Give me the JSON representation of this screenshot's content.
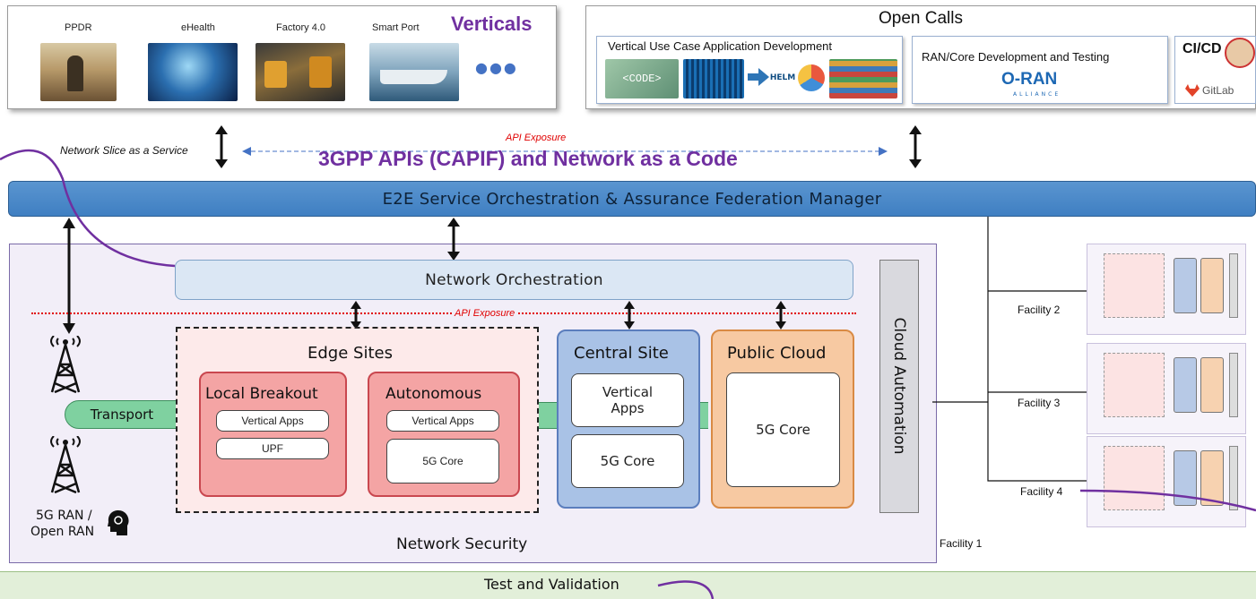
{
  "verticals": {
    "title": "Verticals",
    "items": [
      {
        "label": "PPDR"
      },
      {
        "label": "eHealth"
      },
      {
        "label": "Factory 4.0"
      },
      {
        "label": "Smart Port"
      }
    ],
    "more": "●●●"
  },
  "open_calls": {
    "title": "Open Calls",
    "vertical_dev": {
      "title": "Vertical Use Case Application Development",
      "code_text": "<CODE>",
      "helm_text": "HELM"
    },
    "ran_core": {
      "title": "RAN/Core Development and Testing",
      "oran_logo": "O-RAN",
      "oran_sub": "ALLIANCE"
    },
    "cicd": {
      "label": "CI/CD",
      "gitlab": "GitLab"
    }
  },
  "api": {
    "nsaas": "Network Slice as a Service",
    "exposure_top": "API Exposure",
    "headline": "3GPP APIs (CAPIF) and Network as a Code",
    "exposure_inner": "API Exposure"
  },
  "e2e_bar": {
    "label": "E2E Service Orchestration & Assurance Federation Manager"
  },
  "network_orchestration": {
    "label": "Network Orchestration"
  },
  "edge_sites": {
    "title": "Edge Sites",
    "local_breakout": {
      "title": "Local Breakout",
      "items": [
        "Vertical Apps",
        "UPF"
      ]
    },
    "autonomous": {
      "title": "Autonomous",
      "items": [
        "Vertical Apps",
        "5G Core"
      ]
    }
  },
  "central_site": {
    "title": "Central Site",
    "items": [
      "Vertical Apps",
      "5G Core"
    ]
  },
  "public_cloud": {
    "title": "Public Cloud",
    "items": [
      "5G Core"
    ]
  },
  "cloud_automation": {
    "label": "Cloud Automation"
  },
  "transport": {
    "label": "Transport"
  },
  "ran": {
    "line1": "5G RAN /",
    "line2": "Open RAN"
  },
  "network_security": {
    "label": "Network Security"
  },
  "facilities": {
    "f1": "Facility 1",
    "f2": "Facility 2",
    "f3": "Facility 3",
    "f4": "Facility 4"
  },
  "test_validation": {
    "label": "Test and Validation"
  },
  "colors": {
    "purple": "#7030a0",
    "blue_bar": "#4a8ad0",
    "red_dotted": "#e00000",
    "pink": "#f4a4a4",
    "central_blue": "#a9c2e6",
    "orange": "#f7c9a2",
    "green": "#7fd1a0"
  }
}
